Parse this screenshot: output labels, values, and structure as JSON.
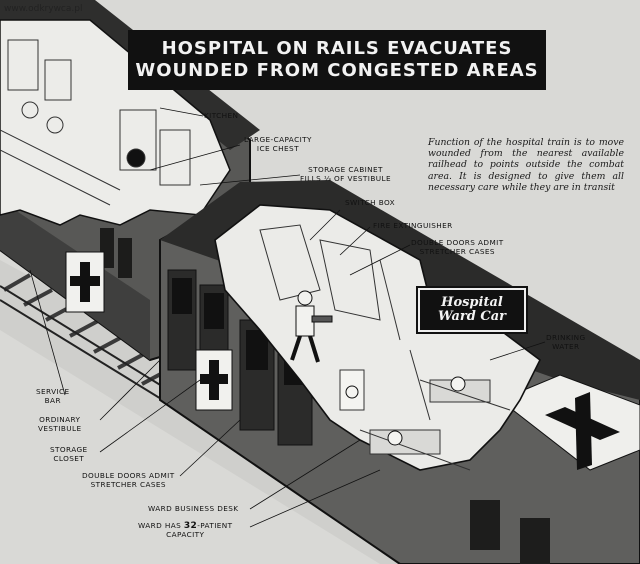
{
  "watermark": "www.odkrywca.pl",
  "title": {
    "line1": "HOSPITAL ON RAILS EVACUATES",
    "line2": "WOUNDED FROM CONGESTED AREAS"
  },
  "description": "Function of the hospital train is to move wounded from the nearest available railhead to points outside the combat area. It is designed to give them all necessary care while they are in transit",
  "sign": {
    "line1": "Hospital",
    "line2": "Ward Car"
  },
  "labels": {
    "kitchen": "KITCHEN",
    "ice_chest_1": "LARGE-CAPACITY",
    "ice_chest_2": "ICE CHEST",
    "storage_cabinet_1": "STORAGE CABINET",
    "storage_cabinet_2": "FILLS ⅓ OF VESTIBULE",
    "switch_box": "SWITCH BOX",
    "fire_extinguisher": "FIRE EXTINGUISHER",
    "double_doors_top_1": "DOUBLE DOORS ADMIT",
    "double_doors_top_2": "STRETCHER CASES",
    "drinking_water_1": "DRINKING",
    "drinking_water_2": "WATER",
    "service_bar_1": "SERVICE",
    "service_bar_2": "BAR",
    "ordinary_vestibule_1": "ORDINARY",
    "ordinary_vestibule_2": "VESTIBULE",
    "storage_closet_1": "STORAGE",
    "storage_closet_2": "CLOSET",
    "double_doors_bottom_1": "DOUBLE DOORS ADMIT",
    "double_doors_bottom_2": "STRETCHER CASES",
    "ward_business_desk": "WARD BUSINESS DESK",
    "capacity_prefix": "WARD HAS ",
    "capacity_number": "32",
    "capacity_suffix": "-PATIENT",
    "capacity_line2": "CAPACITY"
  },
  "colors": {
    "background": "#d9d9d6",
    "ink": "#111111",
    "mid_gray": "#7a7a78",
    "light_gray": "#e8e8e5"
  }
}
